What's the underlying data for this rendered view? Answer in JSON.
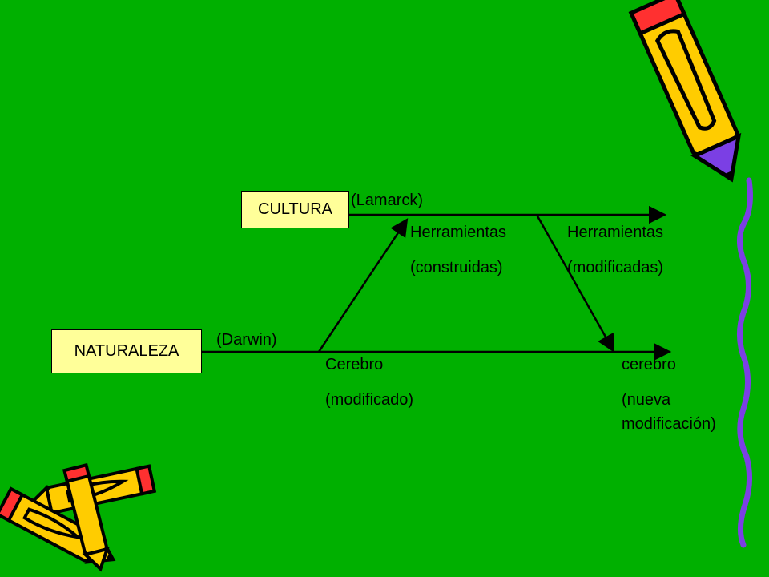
{
  "colors": {
    "background": "#00b000",
    "box_fill": "#ffff99",
    "pencil_body": "#ffcc00",
    "pencil_tip": "#7b3fe4",
    "squiggle": "#7b3fe4"
  },
  "boxes": {
    "cultura": "CULTURA",
    "naturaleza": "NATURALEZA"
  },
  "labels": {
    "lamarck": "(Lamarck)",
    "darwin": "(Darwin)",
    "herramientas_1": "Herramientas",
    "construidas": "(construidas)",
    "herramientas_2": "Herramientas",
    "modificadas": "(modificadas)",
    "cerebro_1": "Cerebro",
    "modificado": "(modificado)",
    "cerebro_2": "cerebro",
    "nueva": "(nueva",
    "modificacion": "modificación)"
  },
  "decorations": [
    "pencil-icon",
    "pencil-icon",
    "pencil-icon",
    "squiggle-line"
  ]
}
